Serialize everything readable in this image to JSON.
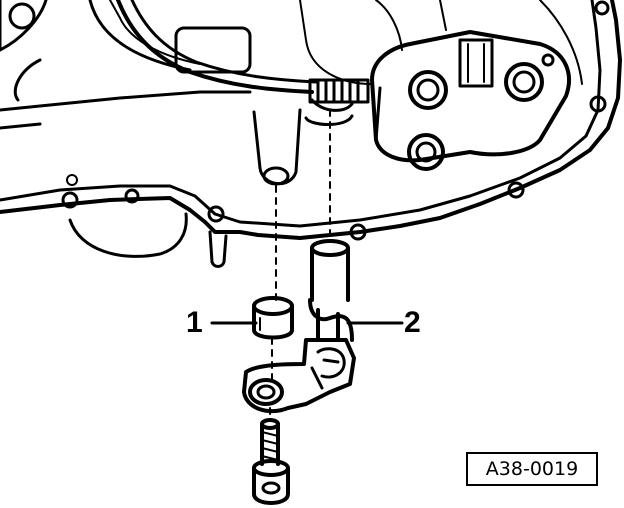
{
  "diagram": {
    "callouts": [
      {
        "label": "1"
      },
      {
        "label": "2"
      }
    ],
    "reference_code": "A38-0019"
  }
}
